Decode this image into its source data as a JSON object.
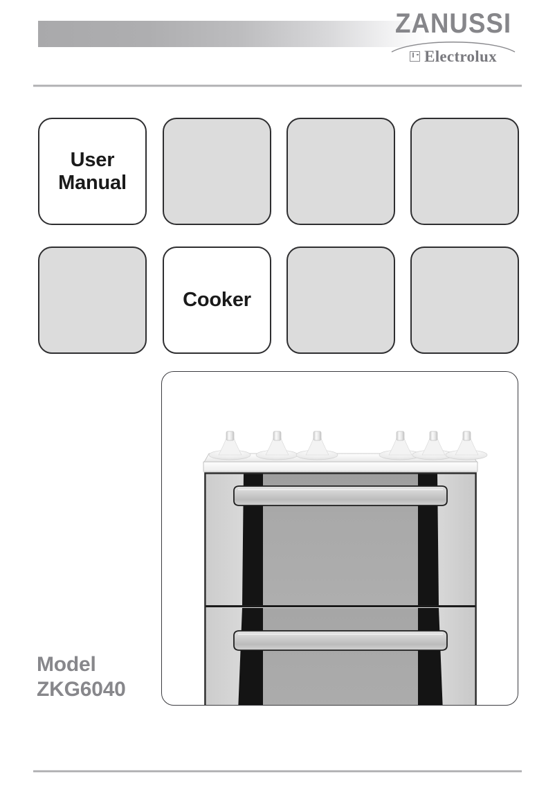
{
  "brand": {
    "name": "ZANUSSI",
    "sub_name": "Electrolux",
    "mark_icon": "electrolux-mark-icon",
    "arc_icon": "brand-arc-icon"
  },
  "header": {
    "gradient_from": "#a9a9ab",
    "gradient_to": "#ffffff",
    "rule_color": "#b0b0b2"
  },
  "tiles": [
    {
      "label": "User\nManual",
      "filled": true,
      "name": "tile-user-manual"
    },
    {
      "label": "",
      "filled": false,
      "name": "tile-empty-1"
    },
    {
      "label": "",
      "filled": false,
      "name": "tile-empty-2"
    },
    {
      "label": "",
      "filled": false,
      "name": "tile-empty-3"
    },
    {
      "label": "",
      "filled": false,
      "name": "tile-empty-4"
    },
    {
      "label": "Cooker",
      "filled": true,
      "name": "tile-cooker"
    },
    {
      "label": "",
      "filled": false,
      "name": "tile-empty-5"
    },
    {
      "label": "",
      "filled": false,
      "name": "tile-empty-6"
    }
  ],
  "tile_labels": {
    "user_manual_line1": "User",
    "user_manual_line2": "Manual",
    "cooker": "Cooker"
  },
  "model": {
    "label": "Model",
    "number": "ZKG6040",
    "color": "#87878b"
  },
  "product_image": {
    "name": "cooker-illustration",
    "description": "Freestanding gas cooker front view",
    "knob_count": 6,
    "door_count": 2,
    "colors": {
      "frame": "#d6d6d6",
      "glass": "#a8a8a8",
      "side_bar": "#141414",
      "handle": "#c2c2c2",
      "hob_top": "#f4f4f4"
    }
  }
}
